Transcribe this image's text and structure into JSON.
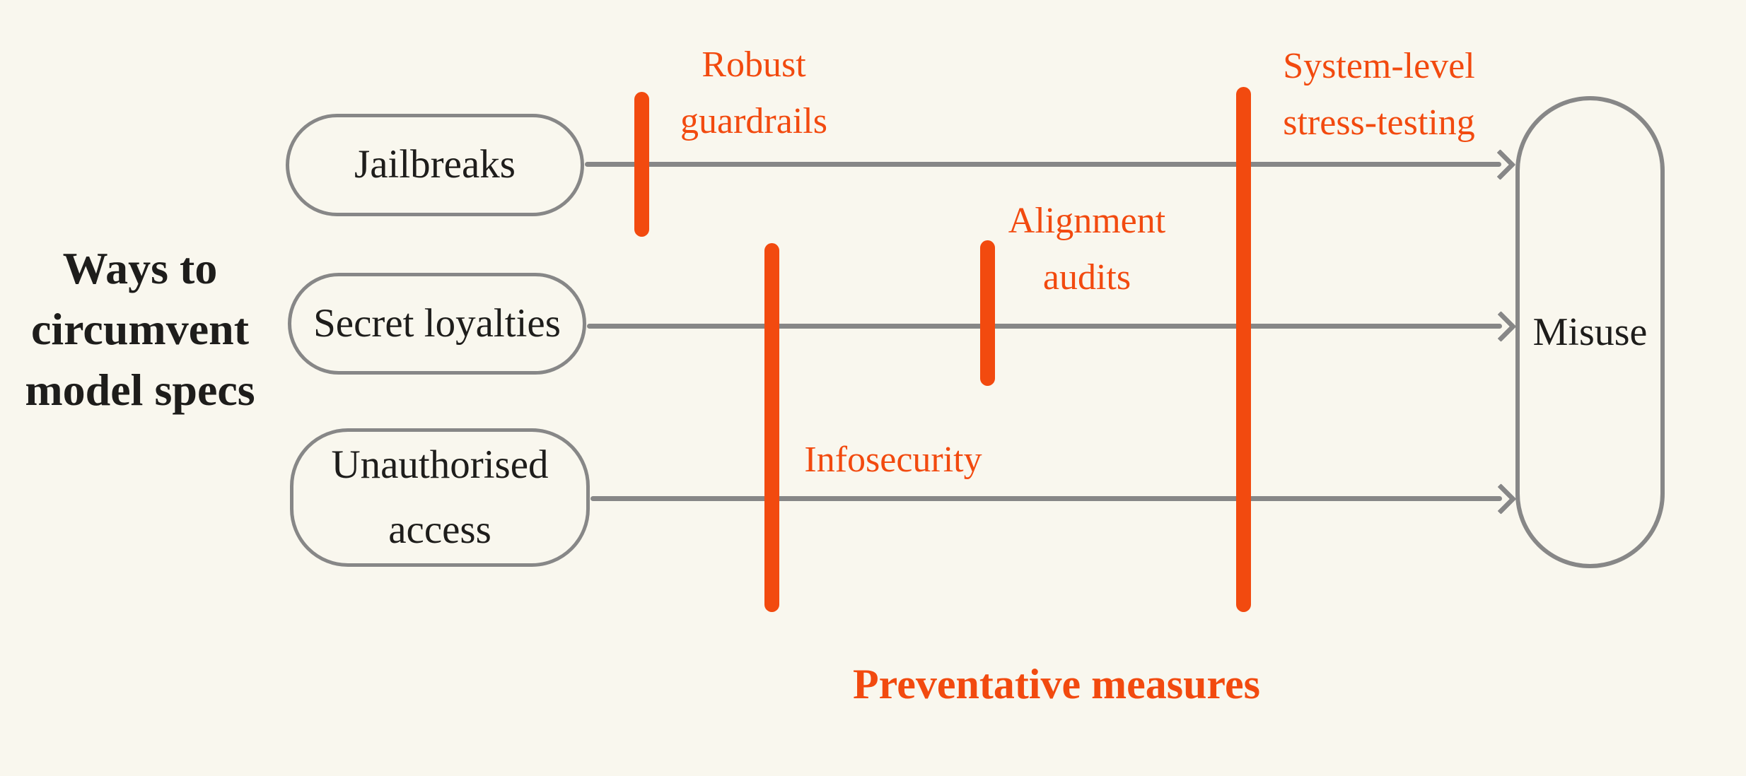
{
  "canvas": {
    "background": "#f9f7ee"
  },
  "colors": {
    "accent_orange": "#f24a0f",
    "line_gray": "#878787",
    "text_black": "#1e1d1b",
    "bg_cream": "#f9f7ee"
  },
  "left_title": {
    "label": "Ways to circumvent model specs",
    "text": "Ways to\ncircumvent\nmodel specs"
  },
  "sources": [
    {
      "label": "Jailbreaks"
    },
    {
      "label": "Secret loyalties"
    },
    {
      "label": "Unauthorised access"
    }
  ],
  "target": {
    "label": "Misuse"
  },
  "measures": [
    {
      "label": "Robust guardrails",
      "text": "Robust\nguardrails"
    },
    {
      "label": "Alignment audits",
      "text": "Alignment\naudits"
    },
    {
      "label": "Infosecurity",
      "text": "Infosecurity"
    },
    {
      "label": "System-level stress-testing",
      "text": "System-level\nstress-testing"
    }
  ],
  "bottom_title": {
    "text": "Preventative measures"
  }
}
